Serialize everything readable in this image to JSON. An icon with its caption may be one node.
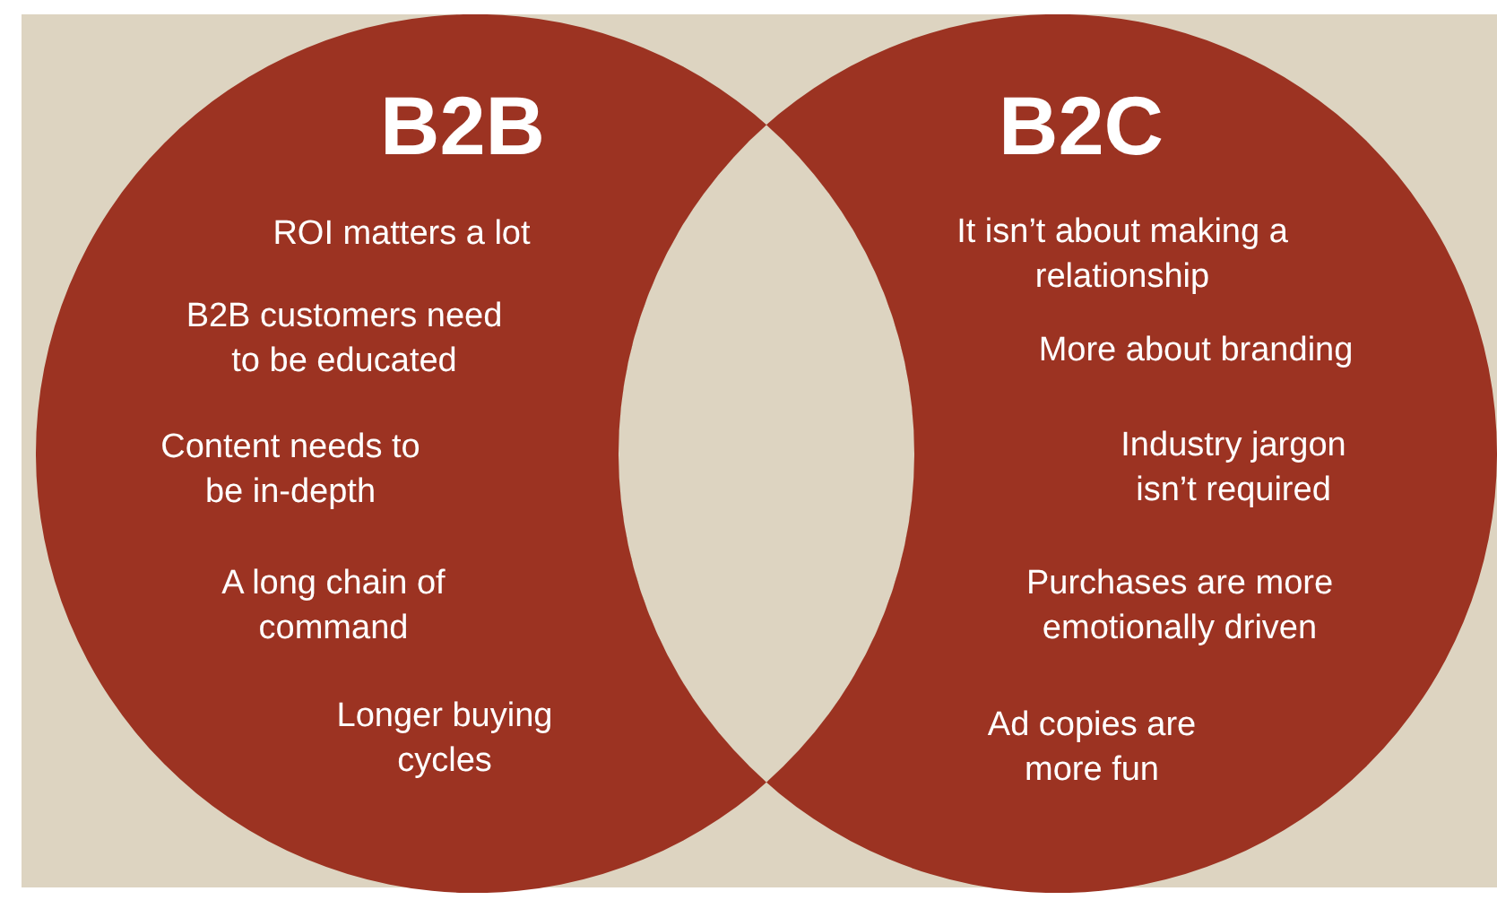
{
  "diagram": {
    "nodes": [
      {
        "text": [
          "B2B",
          "ROI matters a lot",
          "B2B customers need to be educated",
          "Content needs to be in-depth",
          "A long chain of command",
          "Longer buying cycles"
        ]
      },
      {
        "text": [
          "B2C",
          "It isn’t about making a relationship",
          "More about branding",
          "Industry jargon isn’t required",
          "Purchases are more emotionally driven",
          "Ad copies are more fun"
        ]
      }
    ]
  }
}
